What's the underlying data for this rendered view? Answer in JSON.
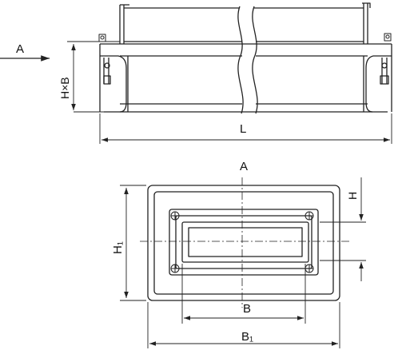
{
  "labels": {
    "view_arrow": "A",
    "height_width": "H×B",
    "length": "L",
    "view_title": "A",
    "h": "H",
    "h1": "H₁",
    "b": "B",
    "b1": "B₁"
  }
}
